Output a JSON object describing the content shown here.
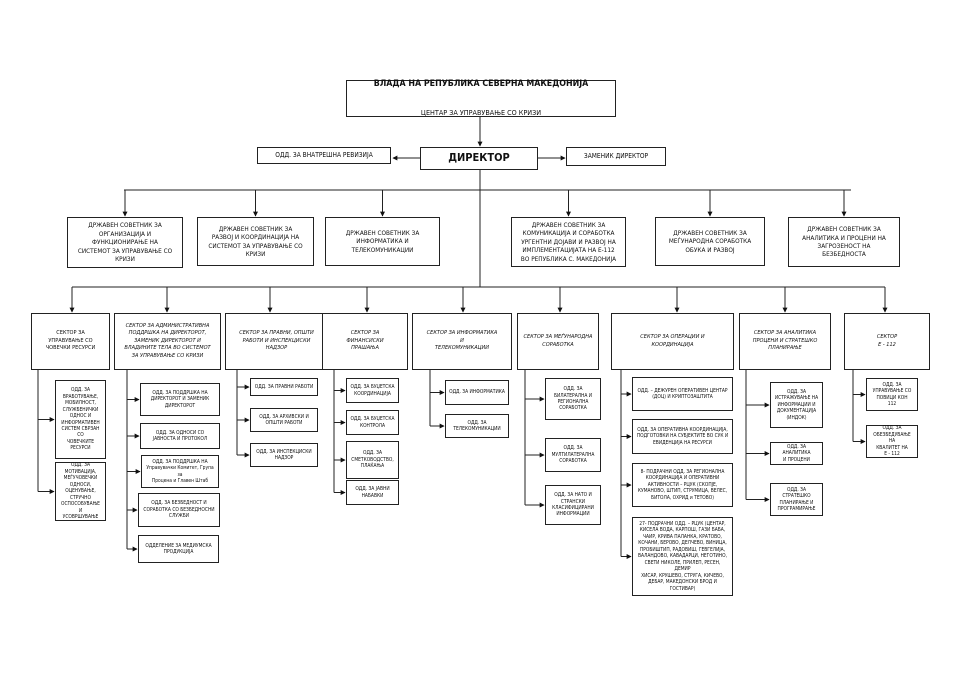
{
  "top": {
    "line1": "ВЛАДА НА РЕПУБЛИКА СЕВЕРНА МАКЕДОНИЈА",
    "line2": "ЦЕНТАР ЗА УПРАВУВАЊЕ СО КРИЗИ"
  },
  "director": "ДИРЕКТОР",
  "internal_audit": "ОДД. ЗА ВНАТРЕШНА РЕВИЗИЈА",
  "deputy_director": "ЗАМЕНИК ДИРЕКТОР",
  "advisors": [
    "ДРЖАВЕН СОВЕТНИК ЗА\nОРГАНИЗАЦИЈА И\nФУНКЦИОНИРАЊЕ НА\nСИСТЕМОТ ЗА УПРАВУВАЊЕ СО\nКРИЗИ",
    "ДРЖАВЕН СОВЕТНИК ЗА\nРАЗВОЈ И КООРДИНАЦИЈА НА\nСИСТЕМОТ ЗА УПРАВУВАЊЕ СО\nКРИЗИ",
    "ДРЖАВЕН СОВЕТНИК ЗА\nИНФОРМАТИКА И\nТЕЛЕКОМУНИКАЦИИ",
    "ДРЖАВЕН СОВЕТНИК ЗА\nКОМУНИКАЦИЈА И СОРАБОТКА\nУРГЕНТНИ ДОЈАВИ И РАЗВОЈ НА\nИМПЛЕМЕНТАЦИЈАТА НА Е-112\nВО РЕПУБЛИКА С. МАКЕДОНИЈА",
    "ДРЖАВЕН СОВЕТНИК ЗА\nМЕЃУНАРОДНА СОРАБОТКА\nОБУКА И РАЗВОЈ",
    "ДРЖАВЕН СОВЕТНИК ЗА\nАНАЛИТИКА И ПРОЦЕНИ НА\nЗАГРОЗЕНОСТ НА\nБЕЗБЕДНОСТА"
  ],
  "sectors": [
    {
      "name": "СЕКТОР ЗА\nУПРАВУВАЊЕ СО\nЧОВЕЧКИ РЕСУРСИ",
      "departments": [
        "ОДД. ЗА\nВРАБОТУВАЊЕ,\nМОБИЛНОСТ,\nСЛУЖБЕНИЧКИ\nОДНОС И\nИНФОРМАТИВЕН\nСИСТЕМ СВРЗАН СО\nЧОВЕЧКИТЕ\nРЕСУРСИ",
        "ОДД. ЗА\nМОТИВАЦИЈА,\nМЕЃУЧОВЕЧКИ\nОДНОСИ,\nОЦЕНУВАЊЕ,\nСТРУЧНО\nОСПОСОБУВАЊЕ И\nУСОВРШУВАЊЕ"
      ]
    },
    {
      "name": "СЕКТОР ЗА АДМИНИСТРАТИВНА\nПОДДРШКА НА ДИРЕКТОРОТ,\nЗАМЕНИК ДИРЕКТОРОТ И\nВЛАДИНИТЕ ТЕЛА ВО СИСТЕМОТ\nЗА УПРАВУВАЊЕ СО КРИЗИ",
      "departments": [
        "ОДД. ЗА ПОДДРШКА НА\nДИРЕКТОРОТ И ЗАМЕНИК\nДИРЕКТОРОТ",
        "ОДД. ЗА ОДНОСИ СО\nЈАВНОСТА И ПРОТОКОЛ",
        "ОДД. ЗА ПОДДРШКА НА\nУправувачки Комитет, Група за\nПроцена и Главен Штаб",
        "ОДД. ЗА БЕЗБЕДНОСТ И\nСОРАБОТКА СО БЕЗБЕДНОСНИ\nСЛУЖБИ",
        "ОДДЕЛЕНИЕ ЗА МЕДИУМСКА\nПРОДУКЦИЈА"
      ]
    },
    {
      "name": "СЕКТОР ЗА ПРАВНИ, ОПШТИ\nРАБОТИ И ИНСПЕКЦИСКИ\nНАДЗОР",
      "departments": [
        "ОДД. ЗА ПРАВНИ РАБОТИ",
        "ОДД. ЗА АРХИВСКИ И\nОПШТИ РАБОТИ",
        "ОДД. ЗА ИНСПЕКЦИСКИ\nНАДЗОР"
      ]
    },
    {
      "name": "СЕКТОР ЗА\nФИНАНСИСКИ\nПРАШАЊА",
      "departments": [
        "ОДД. ЗА БУЏЕТСКА\nКООРДИНАЦИЈА",
        "ОДД. ЗА БУЏЕТСКА\nКОНТРОЛА",
        "ОДД. ЗА\nСМЕТКОВОДСТВО,\nПЛАЌАЊА",
        "ОДД. ЗА ЈАВНИ\nНАБАВКИ"
      ]
    },
    {
      "name": "СЕКТОР ЗА ИНФОРМАТИКА\nИ\nТЕЛЕКОМУНИКАЦИИ",
      "departments": [
        "ОДД. ЗА ИНФОРМАТИКА",
        "ОДД. ЗА\nТЕЛЕКОМУНИКАЦИИ"
      ]
    },
    {
      "name": "СЕКТОР ЗА МЕЃУНАРОДНА\nСОРАБОТКА",
      "departments": [
        "ОДД. ЗА\nБИЛАТЕРАЛНА И\nРЕГИОНАЛНА\nСОРАБОТКА",
        "ОДД. ЗА\nМУЛТИЛАТЕРАЛНА\nСОРАБОТКА",
        "ОДД. ЗА НАТО И\nСТРАНСКИ\nКЛАСИФИЦИРАНИ\nИНФОРМАЦИИ"
      ]
    },
    {
      "name": "СЕКТОР ЗА ОПЕРАЦИИ И\nКООРДИНАЦИЈА",
      "departments": [
        "ОДД. – ДЕЖУРЕН ОПЕРАТИВЕН ЦЕНТАР\n(ДОЦ) И КРИПТОЗАШТИТА",
        "ОДД. ЗА ОПЕРАТИВНА КООРДИНАЦИЈА,\nПОДГОТОВКИ НА СУБЈЕКТИТЕ ВО СУК И\nЕВИДЕНЦИЈА НА РЕСУРСИ",
        "8- ПОДРАЧНИ ОДД. ЗА РЕГИОНАЛНА\nКООРДИНАЦИЈА И ОПЕРАТИВНИ\nАКТИВНОСТИ – РЦУК (СКОПЈЕ,\nКУМАНОВО, ШТИП, СТРУМИЦА, ВЕЛЕС,\nБИТОЛА, ОХРИД и ТЕТОВО)",
        "27- ПОДРАЧНИ ОДД. – РЦУК (ЦЕНТАР,\nКИСЕЛА ВОДА, КАРПОШ, ГАЗИ БАБА,\nЧАИР, КРИВА ПАЛАНКА, КРАТОВО,\nКОЧАНИ, БЕРОВО, ДЕЛЧЕВО, ВИНИЦА,\nПРОБИШТИП, РАДОВИШ, ГЕВГЕЛИЈА,\nВАЛАНДОВО, КАВАДАРЦИ, НЕГОТИНО,\nСВЕТИ НИКОЛЕ, ПРИЛЕП, РЕСЕН, ДЕМИР\nХИСАР, КРУШЕВО, СТРУГА, КИЧЕВО,\nДЕБАР, МАКЕДОНСКИ БРОД И\nГОСТИВАР)"
      ]
    },
    {
      "name": "СЕКТОР ЗА АНАЛИТИКА\nПРОЦЕНИ И СТРАТЕШКО\nПЛАНИРАЊЕ",
      "departments": [
        "ОДД. ЗА\nИСТРАЖУВАЊЕ НА\nИНФОРМАЦИИ И\nДОКУМЕНТАЦИЈА\n(ИНДОК)",
        "ОДД. ЗА АНАЛИТИКА\nИ ПРОЦЕНИ",
        "ОДД. ЗА СТРАТЕШКО\nПЛАНИРАЊЕ И\nПРОГРАМИРАЊЕ"
      ]
    },
    {
      "name": "СЕКТОР\nЕ - 112",
      "departments": [
        "ОДД. ЗА\nУПРАВУВАЊЕ СО\nПОВИЦИ КОН\n112",
        "ОДД. ЗА\nОБЕЗБЕДУВАЊЕ НА\nКВАЛИТЕТ НА\nЕ - 112"
      ]
    }
  ]
}
